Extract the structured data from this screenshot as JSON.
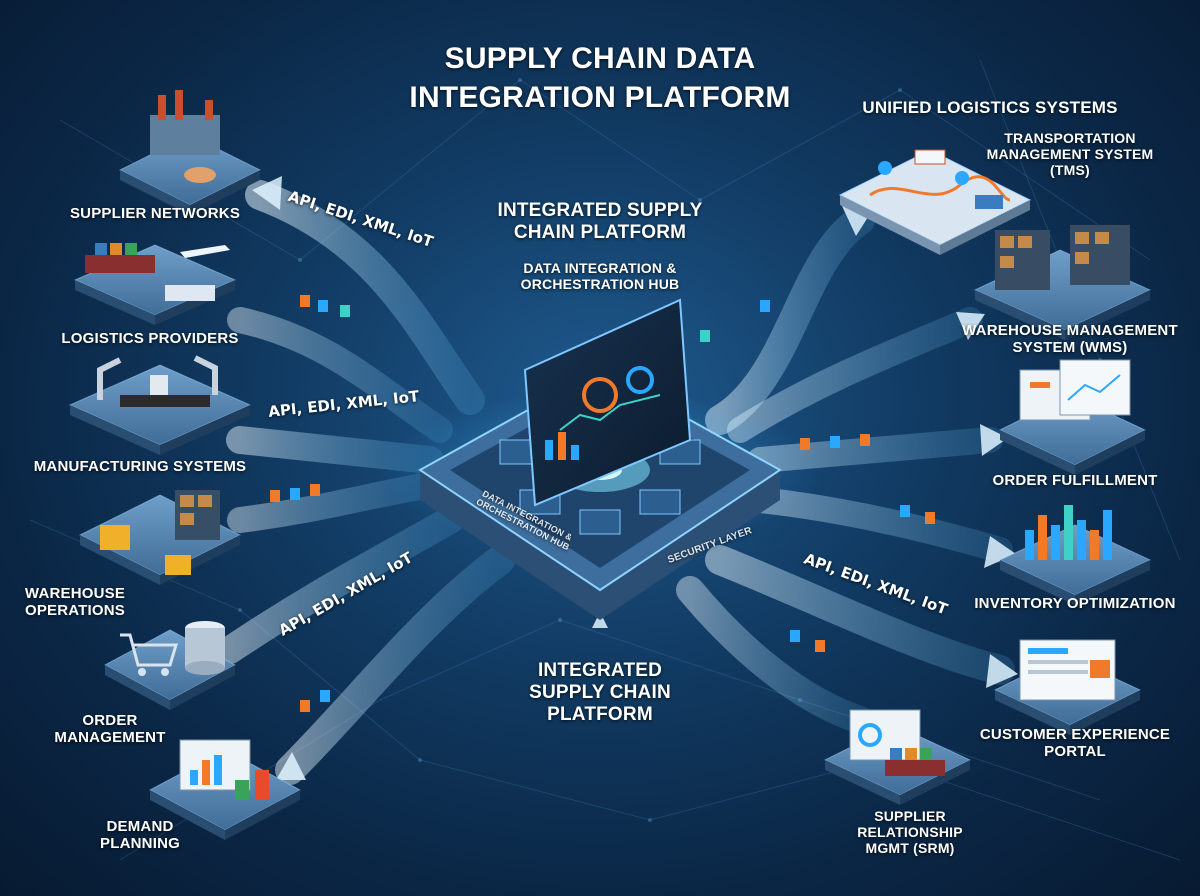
{
  "title": {
    "line1": "SUPPLY CHAIN DATA",
    "line2": "INTEGRATION PLATFORM"
  },
  "hub": {
    "heading_line1": "INTEGRATED SUPPLY",
    "heading_line2": "CHAIN PLATFORM",
    "sub_line1": "DATA INTEGRATION &",
    "sub_line2": "ORCHESTRATION HUB",
    "bottom_line1": "INTEGRATED",
    "bottom_line2": "SUPPLY CHAIN",
    "bottom_line3": "PLATFORM"
  },
  "protocols": {
    "p1": "API, EDI, XML, IoT",
    "p2": "API, EDI, XML, IoT",
    "p3": "API, EDI, XML, IoT",
    "p4": "API, EDI, XML, IoT"
  },
  "left_nodes": [
    {
      "line1": "SUPPLIER NETWORKS",
      "line2": "",
      "icon": "factory-icon"
    },
    {
      "line1": "LOGISTICS PROVIDERS",
      "line2": "",
      "icon": "cargo-ship-icon"
    },
    {
      "line1": "MANUFACTURING SYSTEMS",
      "line2": "",
      "icon": "robot-arm-icon"
    },
    {
      "line1": "WAREHOUSE",
      "line2": "OPERATIONS",
      "icon": "forklift-icon"
    },
    {
      "line1": "ORDER",
      "line2": "MANAGEMENT",
      "icon": "shopping-cart-icon"
    },
    {
      "line1": "DEMAND",
      "line2": "PLANNING",
      "icon": "bar-chart-icon"
    }
  ],
  "right_section_title": "UNIFIED LOGISTICS SYSTEMS",
  "right_nodes": [
    {
      "line1": "TRANSPORTATION",
      "line2": "MANAGEMENT SYSTEM",
      "line3": "(TMS)",
      "icon": "map-icon"
    },
    {
      "line1": "WAREHOUSE MANAGEMENT",
      "line2": "SYSTEM (WMS)",
      "line3": "",
      "icon": "shelving-icon"
    },
    {
      "line1": "ORDER FULFILLMENT",
      "line2": "",
      "line3": "",
      "icon": "laptop-dashboard-icon"
    },
    {
      "line1": "INVENTORY OPTIMIZATION",
      "line2": "",
      "line3": "",
      "icon": "analytics-icon"
    },
    {
      "line1": "CUSTOMER EXPERIENCE",
      "line2": "PORTAL",
      "line3": "",
      "icon": "portal-icon"
    },
    {
      "line1": "SUPPLIER",
      "line2": "RELATIONSHIP",
      "line3": "MGMT (SRM)",
      "icon": "ship-dashboard-icon"
    }
  ],
  "platform_labels": {
    "left": "DATA INTEGRATION & ORCHESTRATION HUB",
    "right": "SECURITY LAYER"
  },
  "colors": {
    "arrow": "#9fd6ff",
    "glow": "#3fc3ff",
    "accent_orange": "#f07a2a",
    "tile": "#3a6f9e"
  }
}
